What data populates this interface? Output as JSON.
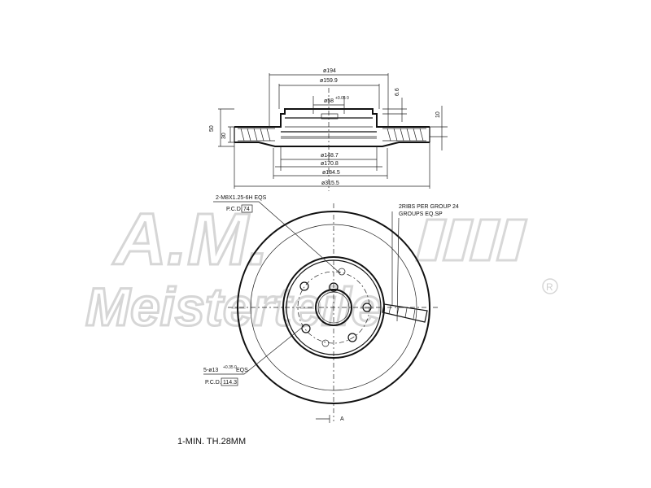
{
  "watermark": {
    "brand_mark": "A.M.",
    "brand_text": "Meisterteile",
    "registered_symbol": "R"
  },
  "section_view": {
    "dim_outer_hat_diameter": "ø194",
    "dim_hat_inner_diameter": "ø159.9",
    "dim_center_bore": "ø58",
    "dim_center_bore_tolerance": "+0.05 0",
    "dim_hat_depth": "6.6",
    "dim_disc_thickness_right": "10",
    "dim_total_height": "50",
    "dim_disc_thickness_left": "30",
    "dim_d1": "ø148.7",
    "dim_d2": "ø170.8",
    "dim_d3": "ø184.5",
    "dim_outer_diameter": "ø315.5"
  },
  "front_view": {
    "thread_callout": "2-M8X1.25-6H EQS",
    "thread_pcd_label": "P.C.D.",
    "thread_pcd_value": "74",
    "ribs_callout_line1": "2RIBS PER GROUP 24",
    "ribs_callout_line2": "GROUPS EQ.SP",
    "holes_callout": "5-ø13",
    "holes_tolerance": "+0.35 0",
    "holes_suffix": "EQS",
    "holes_pcd_label": "P.C.D.",
    "holes_pcd_value": "114.3",
    "section_marker": "A"
  },
  "notes": {
    "note1": "1-MIN. TH.28MM"
  }
}
